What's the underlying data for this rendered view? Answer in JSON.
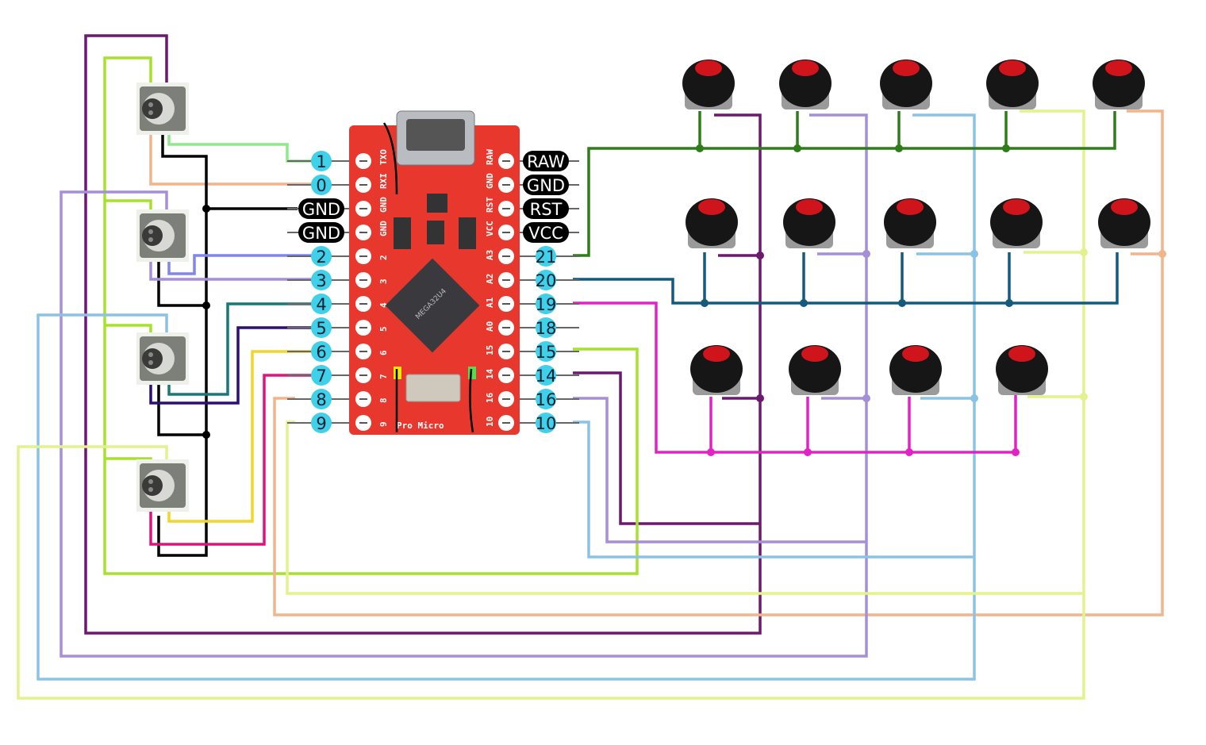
{
  "board": {
    "name_silk": "Pro Micro",
    "chip_text": "MEGA32U4",
    "left_pins": [
      "1",
      "0",
      "GND",
      "GND",
      "2",
      "3",
      "4",
      "5",
      "6",
      "7",
      "8",
      "9"
    ],
    "right_pins": [
      "RAW",
      "GND",
      "RST",
      "VCC",
      "21",
      "20",
      "19",
      "18",
      "15",
      "14",
      "16",
      "10"
    ],
    "left_silk": [
      "TXO",
      "RXI",
      "GND",
      "GND",
      "2",
      "3",
      "4",
      "5",
      "6",
      "7",
      "8",
      "9"
    ],
    "right_silk": [
      "RAW",
      "GND",
      "RST",
      "VCC",
      "A3",
      "A2",
      "A1",
      "A0",
      "15",
      "14",
      "16",
      "10"
    ]
  },
  "colors": {
    "board_red": "#e8372c",
    "pin_label_bg": "#3fd0ea",
    "power_label_bg": "#000000",
    "button_cap": "#d0141b",
    "purple": "#6b1a6e",
    "yellowgreen": "#a6e22a",
    "lightgreen": "#8fe88a",
    "peach": "#f2b48a",
    "black": "#000000",
    "lavender": "#a58fd6",
    "violet": "#7f86ee",
    "lightblue": "#8cc3e4",
    "teal": "#177a78",
    "indigo": "#2b0f72",
    "yellow": "#f2d628",
    "pink": "#e0137d",
    "paleyellow": "#e3f28e",
    "darkgreen": "#2f7d19",
    "navyteal": "#155a7c",
    "magenta": "#e024c4"
  }
}
